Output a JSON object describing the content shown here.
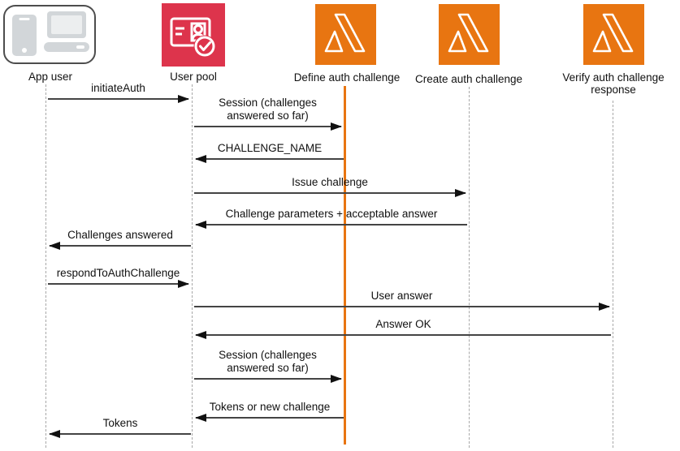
{
  "diagram": {
    "title_implicit": "Amazon Cognito custom authentication challenge Lambda flow",
    "actors": [
      {
        "id": "app-user",
        "label": "App user",
        "icon": "devices-icon"
      },
      {
        "id": "user-pool",
        "label": "User pool",
        "icon": "id-card-icon"
      },
      {
        "id": "define-auth-challenge",
        "label": "Define auth challenge",
        "icon": "lambda-icon"
      },
      {
        "id": "create-auth-challenge",
        "label": "Create auth challenge",
        "icon": "lambda-icon"
      },
      {
        "id": "verify-auth-challenge-response",
        "label": "Verify auth challenge response",
        "icon": "lambda-icon"
      }
    ],
    "messages": [
      {
        "label": "initiateAuth",
        "from": "App user",
        "to": "User pool",
        "direction": "right"
      },
      {
        "label": "Session (challenges answered so far)",
        "from": "User pool",
        "to": "Define auth challenge",
        "direction": "right"
      },
      {
        "label": "CHALLENGE_NAME",
        "from": "Define auth challenge",
        "to": "User pool",
        "direction": "left"
      },
      {
        "label": "Issue challenge",
        "from": "User pool",
        "to": "Create auth challenge",
        "direction": "right"
      },
      {
        "label": "Challenge parameters + acceptable answer",
        "from": "Create auth challenge",
        "to": "User pool",
        "direction": "left"
      },
      {
        "label": "Challenges answered",
        "from": "User pool",
        "to": "App user",
        "direction": "left"
      },
      {
        "label": "respondToAuthChallenge",
        "from": "App user",
        "to": "User pool",
        "direction": "right"
      },
      {
        "label": "User answer",
        "from": "User pool",
        "to": "Verify auth challenge response",
        "direction": "right"
      },
      {
        "label": "Answer OK",
        "from": "Verify auth challenge response",
        "to": "User pool",
        "direction": "left"
      },
      {
        "label": "Session (challenges answered so far)",
        "from": "User pool",
        "to": "Define auth challenge",
        "direction": "right"
      },
      {
        "label": "Tokens or new challenge",
        "from": "Define auth challenge",
        "to": "User pool",
        "direction": "left"
      },
      {
        "label": "Tokens",
        "from": "User pool",
        "to": "App user",
        "direction": "left"
      }
    ],
    "colors": {
      "lambda_orange": "#E87511",
      "user_pool_red": "#DD344C",
      "active_lifeline": "#E87511"
    }
  }
}
